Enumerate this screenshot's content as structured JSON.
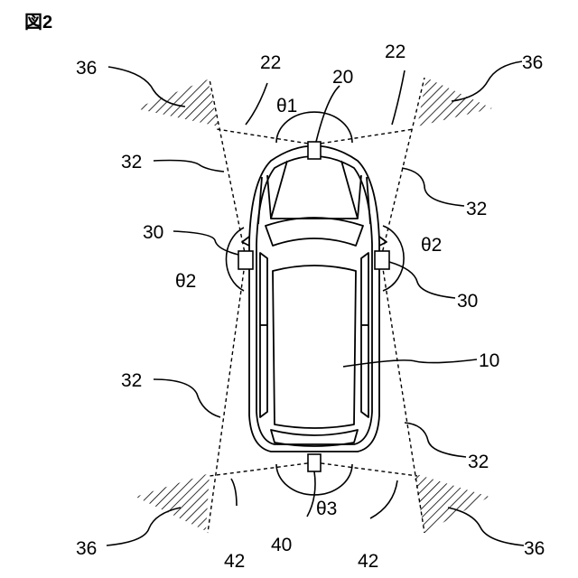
{
  "figure": {
    "title": "図2"
  },
  "labels": {
    "vehicle": "10",
    "front_sensor": "20",
    "front_range": "22",
    "side_sensor": "30",
    "side_range": "32",
    "blind_zone": "36",
    "rear_sensor": "40",
    "rear_range": "42"
  },
  "angles": {
    "front": "θ1",
    "side": "θ2",
    "rear": "θ3"
  }
}
